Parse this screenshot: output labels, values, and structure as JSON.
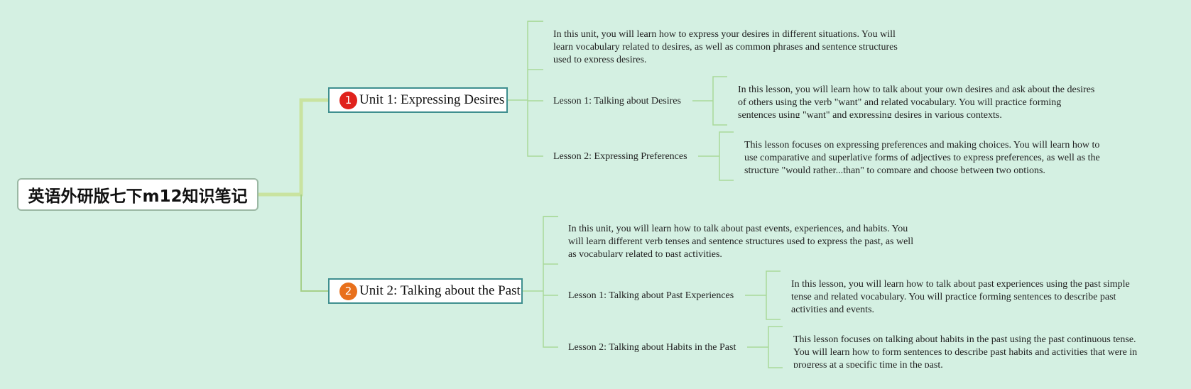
{
  "root": {
    "title": "英语外研版七下m12知识笔记"
  },
  "units": [
    {
      "badge": "1",
      "title": "Unit 1: Expressing Desires",
      "summary": "In this unit, you will learn how to express your desires in different situations. You will learn vocabulary related to desires, as well as common phrases and sentence structures used to express desires.",
      "lessons": [
        {
          "title": "Lesson 1: Talking about Desires",
          "description": "In this lesson, you will learn how to talk about your own desires and ask about the desires of others using the verb \"want\" and related vocabulary. You will practice forming sentences using \"want\" and expressing desires in various contexts."
        },
        {
          "title": "Lesson 2: Expressing Preferences",
          "description": "This lesson focuses on expressing preferences and making choices. You will learn how to use comparative and superlative forms of adjectives to express preferences, as well as the structure \"would rather...than\" to compare and choose between two options."
        }
      ]
    },
    {
      "badge": "2",
      "title": "Unit 2: Talking about the Past",
      "summary": "In this unit, you will learn how to talk about past events, experiences, and habits. You will learn different verb tenses and sentence structures used to express the past, as well as vocabulary related to past activities.",
      "lessons": [
        {
          "title": "Lesson 1: Talking about Past Experiences",
          "description": "In this lesson, you will learn how to talk about past experiences using the past simple tense and related vocabulary. You will practice forming sentences to describe past activities and events."
        },
        {
          "title": "Lesson 2: Talking about Habits in the Past",
          "description": "This lesson focuses on talking about habits in the past using the past continuous tense. You will learn how to form sentences to describe past habits and activities that were in progress at a specific time in the past."
        }
      ]
    }
  ],
  "colors": {
    "background": "#d4f0e2",
    "main_branch": "#c9e3a0",
    "unit_border": "#3f8f8f",
    "thin_line": "#a9d99a",
    "badge_1": "#e0221c",
    "badge_2": "#e8701c"
  }
}
